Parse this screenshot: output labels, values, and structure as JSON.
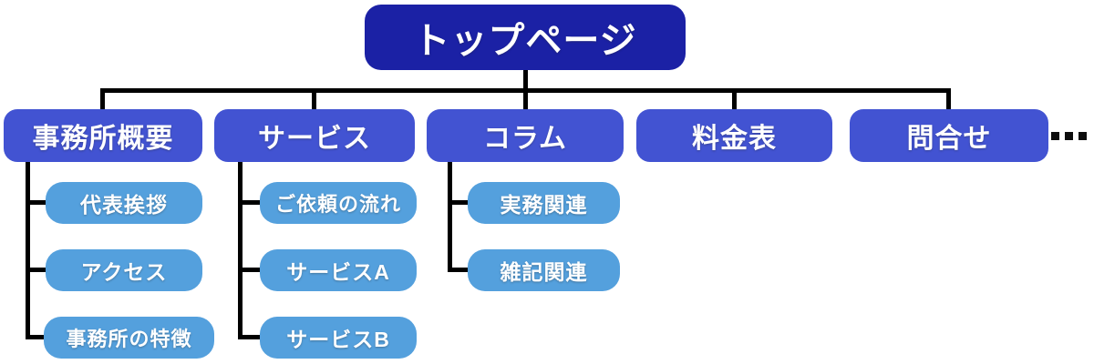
{
  "colors": {
    "root_box": "#1b21a5",
    "section_box": "#4253d2",
    "child_box": "#54a0dd",
    "connector": "#000000",
    "label_text": "#ffffff"
  },
  "tree": {
    "root": {
      "label": "トップページ"
    },
    "sections": [
      {
        "label": "事務所概要",
        "children": [
          "代表挨拶",
          "アクセス",
          "事務所の特徴"
        ]
      },
      {
        "label": "サービス",
        "children": [
          "ご依頼の流れ",
          "サービスA",
          "サービスB"
        ]
      },
      {
        "label": "コラム",
        "children": [
          "実務関連",
          "雑記関連"
        ]
      },
      {
        "label": "料金表",
        "children": []
      },
      {
        "label": "問合せ",
        "children": []
      }
    ],
    "ellipsis": "..."
  }
}
